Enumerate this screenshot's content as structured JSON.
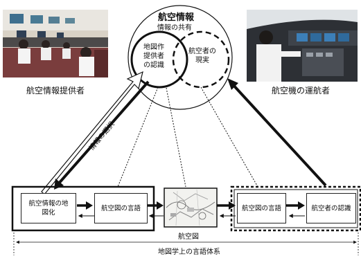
{
  "circles": {
    "main_title": "航空情報",
    "main_subtitle": "情報の共有",
    "left_circle_text": [
      "地図作",
      "提供者",
      "の認識"
    ],
    "right_circle_text": [
      "航空者の",
      "現実"
    ]
  },
  "actors": {
    "provider_label": "航空情報提供者",
    "operator_label": "航空機の運航者"
  },
  "arrow_label": "情報の選択",
  "process": {
    "box1": [
      "航空情報の地",
      "図化"
    ],
    "box2": "航空図の言語",
    "map_label": "航空図",
    "box3": "航空図の言語",
    "box4": "航空者の認識"
  },
  "bottom_label": "地図学上の言語体系",
  "colors": {
    "stroke": "#111111",
    "photo_left_bg": "#c9c0b4",
    "photo_right_bg": "#2d3035"
  }
}
